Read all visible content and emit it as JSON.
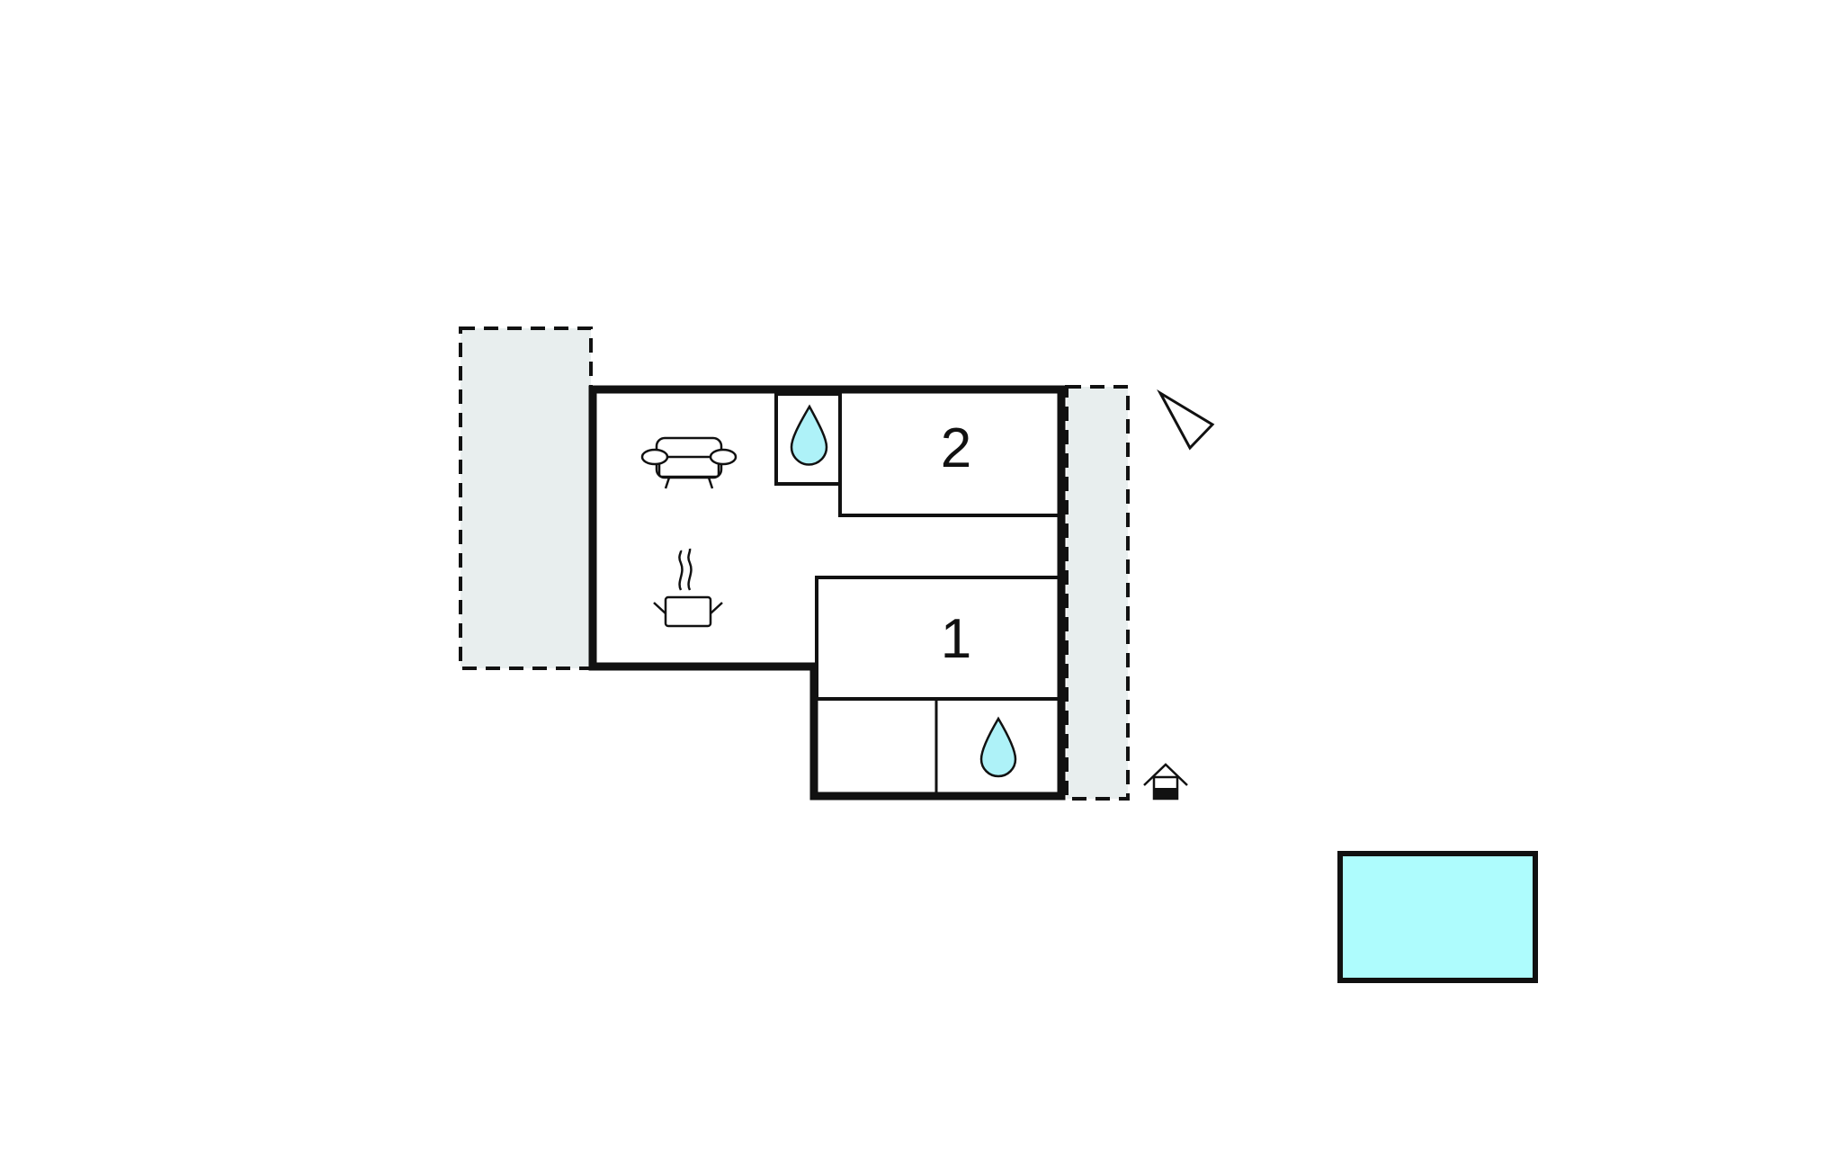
{
  "floorplan": {
    "rooms": [
      {
        "id": "bedroom-2",
        "number": "2"
      },
      {
        "id": "bedroom-1",
        "number": "1"
      }
    ],
    "icons": {
      "living": "sofa-icon",
      "kitchen": "cooking-pot-icon",
      "bathroom": "water-drop-icon",
      "compass": "north-arrow-icon",
      "well": "well-icon"
    },
    "colors": {
      "terrace": "#e8eeee",
      "pool": "#aefcfd",
      "water_drop": "#aef2f8",
      "wall": "#111111"
    }
  }
}
